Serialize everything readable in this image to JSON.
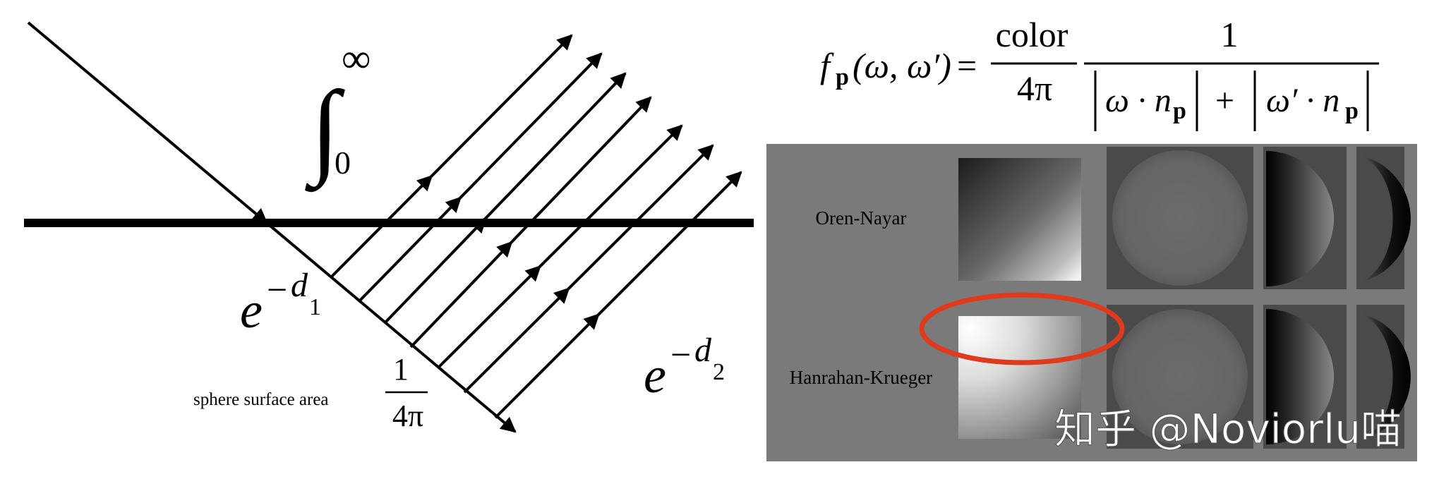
{
  "diagram": {
    "integral": {
      "sign": "∫",
      "upper": "∞",
      "lower": "0"
    },
    "attenuation_in": {
      "base": "e",
      "exp_sign": "−",
      "exp_var": "d",
      "exp_sub": "1"
    },
    "attenuation_out": {
      "base": "e",
      "exp_sign": "−",
      "exp_var": "d",
      "exp_sub": "2"
    },
    "sphere_label": "sphere surface area",
    "sphere_fraction": {
      "numerator": "1",
      "denominator": "4π"
    }
  },
  "formula": {
    "lhs_func": "f",
    "lhs_sub": "p",
    "lhs_args": "(ω, ω′)",
    "equals": "=",
    "frac1_num": "color",
    "frac1_den": "4π",
    "frac2_num": "1",
    "term1": "ω · n",
    "term1_sub": "p",
    "plus": "+",
    "term2": "ω′ · n",
    "term2_sub": "p"
  },
  "comparison": {
    "rows": [
      {
        "label": "Oren-Nayar"
      },
      {
        "label": "Hanrahan-Krueger"
      }
    ],
    "highlight_color": "#e03a1c",
    "panel_bg": "#7a7a7a"
  },
  "watermark": "知乎 @Noviorlu喵"
}
